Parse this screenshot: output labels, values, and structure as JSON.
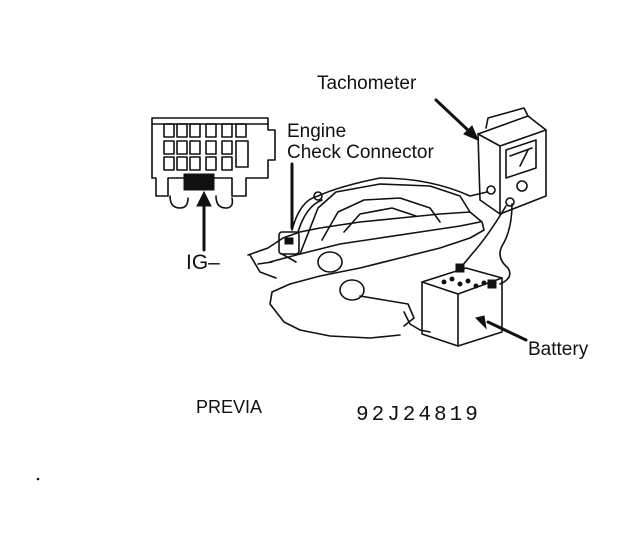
{
  "labels": {
    "tachometer": "Tachometer",
    "engine_check_line1": "Engine",
    "engine_check_line2": "Check Connector",
    "ig_terminal": "IG–",
    "battery": "Battery",
    "model": "PREVIA",
    "figure_code": "92J24819"
  }
}
